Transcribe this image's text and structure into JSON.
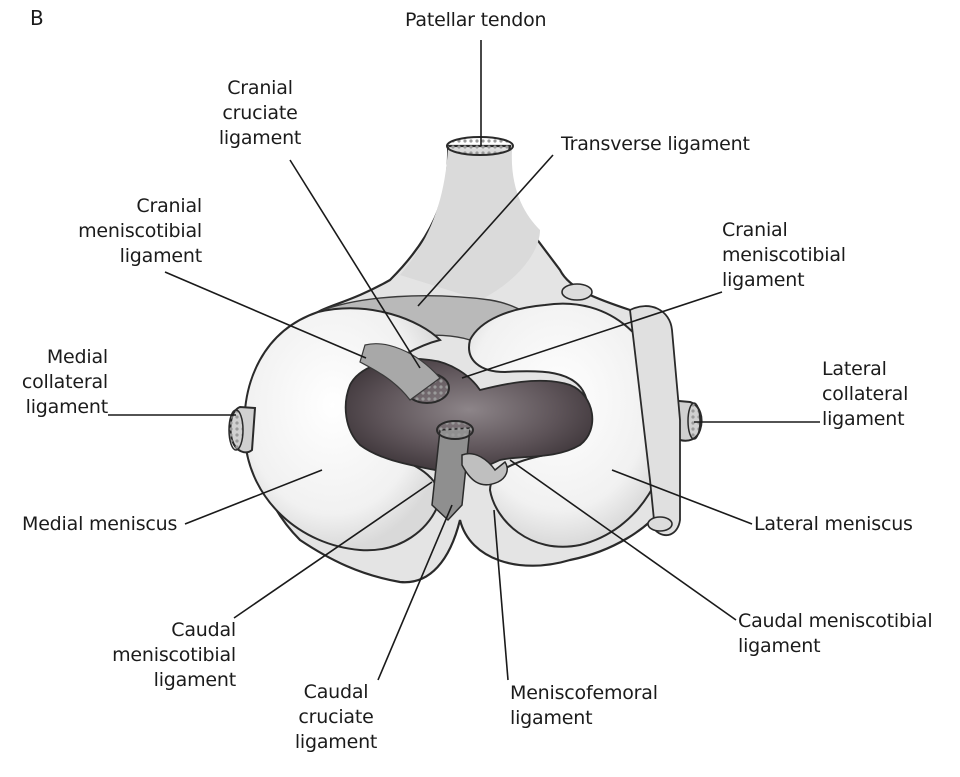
{
  "panel_letter": "B",
  "labels": {
    "patellar_tendon": "Patellar tendon",
    "cranial_cruciate": [
      "Cranial",
      "cruciate",
      "ligament"
    ],
    "transverse": "Transverse ligament",
    "cranial_meniscotibial_left": [
      "Cranial",
      "meniscotibial",
      "ligament"
    ],
    "cranial_meniscotibial_right": [
      "Cranial",
      "meniscotibial",
      "ligament"
    ],
    "medial_collateral": [
      "Medial",
      "collateral",
      "ligament"
    ],
    "lateral_collateral": [
      "Lateral",
      "collateral",
      "ligament"
    ],
    "medial_meniscus": "Medial meniscus",
    "lateral_meniscus": "Lateral meniscus",
    "caudal_meniscotibial_left": [
      "Caudal",
      "meniscotibial",
      "ligament"
    ],
    "caudal_meniscotibial_right": [
      "Caudal meniscotibial",
      "ligament"
    ],
    "caudal_cruciate": [
      "Caudal",
      "cruciate",
      "ligament"
    ],
    "meniscofemoral": [
      "Meniscofemoral",
      "ligament"
    ]
  }
}
